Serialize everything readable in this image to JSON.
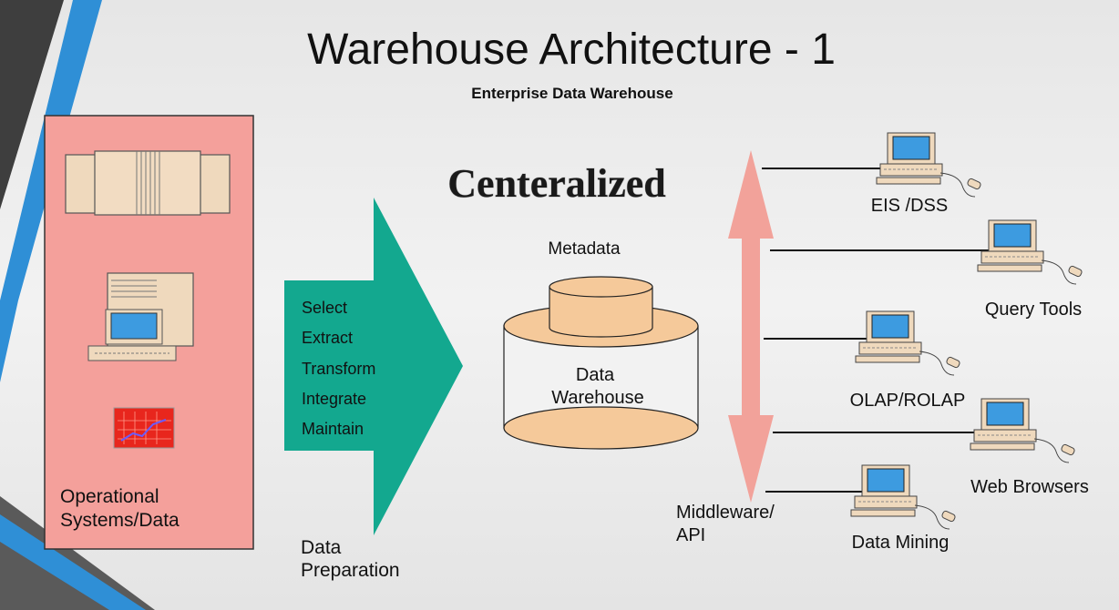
{
  "slide": {
    "title": "Warehouse Architecture - 1",
    "subtitle": "Enterprise Data Warehouse",
    "heading": "Centeralized"
  },
  "sources": {
    "label_line1": "Operational",
    "label_line2": "Systems/Data"
  },
  "preparation": {
    "steps": [
      "Select",
      "Extract",
      "Transform",
      "Integrate",
      "Maintain"
    ],
    "label_line1": "Data",
    "label_line2": "Preparation"
  },
  "warehouse": {
    "metadata_label": "Metadata",
    "label_line1": "Data",
    "label_line2": "Warehouse"
  },
  "middleware": {
    "label_line1": "Middleware/",
    "label_line2": "API"
  },
  "tools": [
    "EIS /DSS",
    "Query Tools",
    "OLAP/ROLAP",
    "Web Browsers",
    "Data Mining"
  ],
  "colors": {
    "source_panel": "#f4a09b",
    "prep_arrow": "#13a88f",
    "middleware_arrow": "#f2a29a",
    "cylinder": "#f5c99a",
    "accent_blue": "#2f8fd6",
    "accent_dark": "#4a4a4a"
  }
}
